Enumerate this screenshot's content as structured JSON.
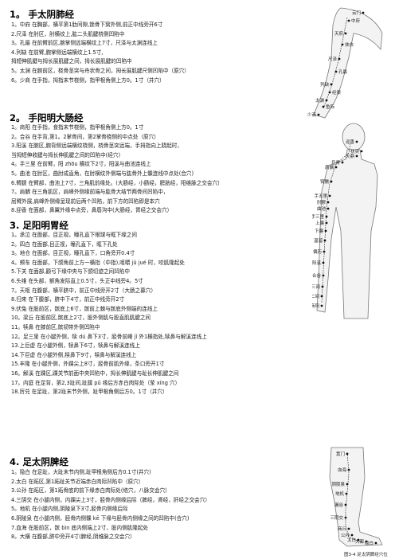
{
  "sections": [
    {
      "title": "1。  手太阴肺经",
      "lines": [
        "1。中府      在胸部，横平第1肋间隙,锁骨下窝外侧,前正中线旁开6寸",
        "2.尺泽       在肘区，肘横纹上,肱二头肌腱桡侧凹陷中",
        "3。孔最      在前臂前区,腕掌侧远端横纹上7寸，尺泽与太渊连线上",
        "4.列缺       在前臂,腕掌侧远端横纹上1.5寸,",
        "              拇短伸肌腱与拇长展肌腱之间，拇长展肌腱的凹陷中",
        "5。太渊      在腕前区，桡骨茎突与舟状骨之间，拇长展肌腱尺侧凹陷中（原穴）",
        "6。少商      在手指，拇指末节桡侧，指甲根角侧上方0。1寸（井穴）"
      ]
    },
    {
      "title": "2。  手阳明大肠经",
      "lines": [
        "1。商阳      在手指，食指末节桡侧，指甲根角侧上方0。1寸",
        "2。合谷      在手背,第1。2掌骨间，第2掌骨桡侧的中点处（原穴）",
        "3.阳溪       在腕区,腕背侧远端横纹桡侧，桡骨茎突远端，手拇指向上跷起时，",
        "              当拇短伸收腱与拇长伸肌腱之间的凹陷中(经穴)",
        "4。手三里    在前臂，阳 zhōu 横纹下2寸，阳溪与曲池连线上",
        "5。曲池      在肘区，曲肘成直角，在肘横纹外侧端与肱骨外上髁连线中点处(合穴)",
        "6.臂臑       在臂部，曲池上7寸，三角肌前缘处。(大肠经，小肠经，膀胱经，阳维脉之交会穴）",
        "7。肩髃      在三角肌区，肩峰外侧缘前端与肱骨大结节两骨间凹陷中，",
        "              屈臂外展,肩峰外侧缘呈现前后两个凹陷，前下方的凹陷即是本穴",
        "8.迎香       在面部，鼻翼外缘中点旁，鼻唇沟中(大肠经，胃经之交会穴）"
      ]
    },
    {
      "title": "3.  足阳明胃经",
      "lines": [
        "1。承泣      在面部，目正视，瞳孔直下眼球与眶下缘之间",
        "2。四白      在面部,目正视，瞳孔直下，眶下孔处",
        "3。地仓      在面部，目正视，瞳孔直下，口角旁开0.4寸",
        "4。颊车      在面部，下颌角前上方一横指（中指),咀嚼 jǔ jué 时，咬肌隆起处",
        "5.下关       在面部,颧弓下缘中央与下颌切迹之间凹陷中",
        "6.头维       在头部，额角发际直上0.5寸，头正中线旁4。5寸",
        "7。天枢      在腹部，横平脐中，前正中线旁开2寸（大肠之募穴）",
        "8.归来       在下腹部，脐中下4寸，前正中线旁开2寸",
        "9.伏兔       在股前区，髌底上6寸，髌前上棘与髌底外侧端的连线上",
        "10。梁丘      在股前区,髌底上2寸，股外侧肌与股直肌肌腱之间",
        "11。犊鼻      在膝前区,髌韧带外侧凹陷中",
        "12。足三里    在小腿外侧，犊 dú 鼻下3寸，胫骨前嵴 jǐ 外1横指处,犊鼻与解溪连线上",
        "13.上巨虚    在小腿外侧，犊鼻下6寸，犊鼻与解溪连线上",
        "14.下巨虚    在小腿外侧,犊鼻下9寸，犊鼻与解溪连线上",
        "15.丰隆      在小腿外侧，外踝尖上8寸，胫骨前肌外缘，条口旁开1寸",
        "16。解溪      在踝区,踝关节前面中央凹陷中，拇长伸肌腱与趾长伸肌腱之间",
        "17。内庭      在足背，第2,3趾间,趾蹼 pǔ 缘后方赤白肉际处（荥 xíng 穴）",
        "18.厉兑      在足趾，第2趾末节外侧，趾甲根角侧后方0。1寸（井穴）"
      ]
    },
    {
      "title": "4.  足太阴脾经",
      "lines": [
        "1。隐白      在足趾，大趾末节内侧,趾甲根角侧后方0.1寸(井穴)",
        "2.太白       在跖区,第1跖趾关节近端赤白肉际凹陷中（原穴）",
        "3.公孙       在跖区，第1跖骨底的前下缘赤白肉际处(络穴，八脉交会穴）",
        "4.三阴交     在小腿内侧，内踝尖上3寸，胫骨内侧缘后际（脾经，肾经，肝经之交会穴）",
        "5。地机      在小腿内侧,阴陵泉下3寸,胫骨内侧缘后际",
        "6.阴陵泉     在小腿内侧，胫骨内侧髁 kē 下缘与胫骨内侧缘之间的凹陷中(合穴)",
        "7.血海       在股前区，髌 bìn 底内侧端上2寸，股内侧肌隆起处",
        "8。大横      在腹部,脐中旁开4寸(脾经,阴维脉之交会穴）"
      ]
    }
  ],
  "figures": {
    "lung": {
      "labels": [
        "云门",
        "中府",
        "天府",
        "侠白",
        "尺泽",
        "孔最",
        "列缺",
        "经渠",
        "太渊",
        "鱼际",
        "少商"
      ]
    },
    "large_intestine": {
      "labels": [
        "迎香",
        "扶突",
        "天鼎",
        "巨骨",
        "肩髃",
        "臂臑",
        "手五里",
        "肘髎",
        "曲池",
        "手三里",
        "上廉",
        "下廉",
        "温溜",
        "偏历",
        "阳溪",
        "合谷",
        "三间",
        "二间",
        "商阳"
      ]
    },
    "spleen": {
      "labels": [
        "箕门",
        "血海",
        "阴陵泉",
        "地机",
        "漏谷",
        "三阴交",
        "商丘",
        "公孙",
        "太白",
        "大都",
        "隐白"
      ],
      "caption": "图3-4  足太阴脾经穴位"
    }
  }
}
